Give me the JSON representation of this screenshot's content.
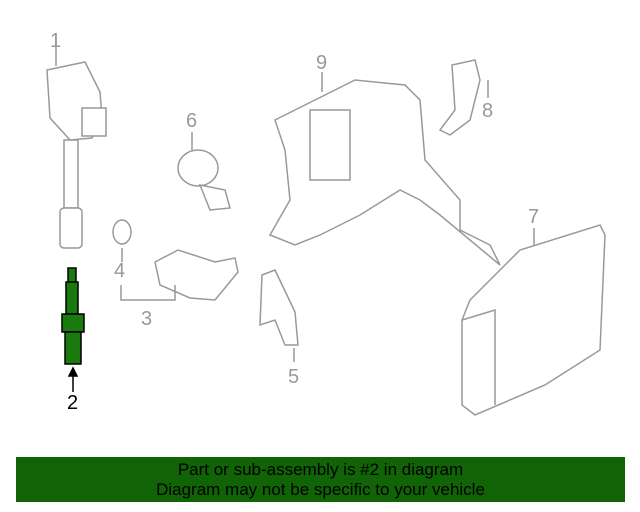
{
  "callouts": {
    "c1": "1",
    "c2": "2",
    "c3": "3",
    "c4": "4",
    "c5": "5",
    "c6": "6",
    "c7": "7",
    "c8": "8",
    "c9": "9"
  },
  "banner": {
    "line1": "Part or sub-assembly is #2 in diagram",
    "line2": "Diagram may not be specific to your vehicle"
  },
  "colors": {
    "highlight": "#116406",
    "line": "#999999"
  }
}
